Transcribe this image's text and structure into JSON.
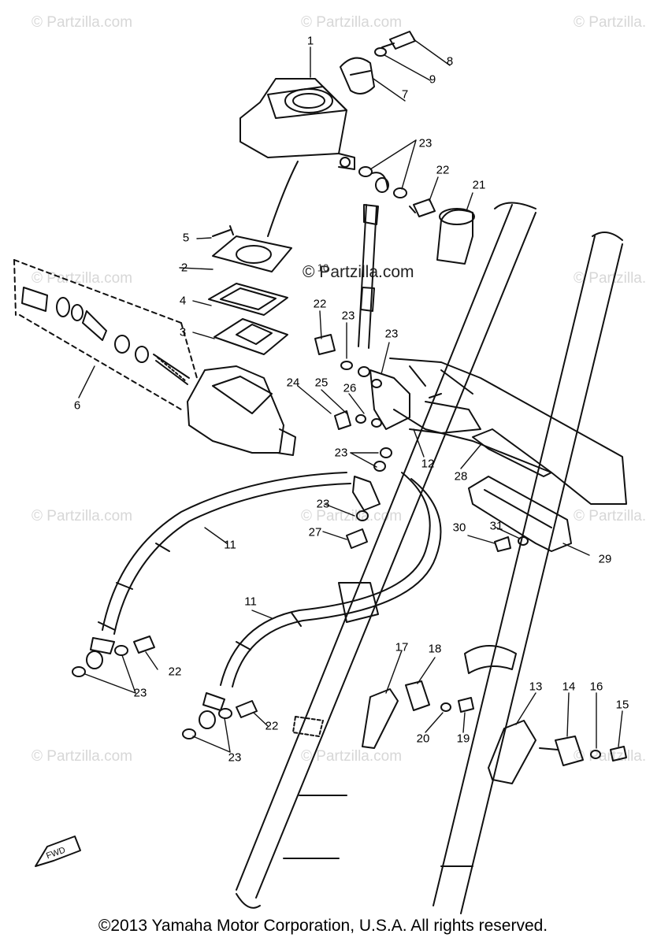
{
  "watermark": "© Partzilla.com",
  "center_watermark": "© Partzilla.com",
  "copyright": "©2013 Yamaha Motor Corporation, U.S.A. All rights reserved.",
  "fwd_label": "FWD",
  "callouts": {
    "p1": "1",
    "p2": "2",
    "p3": "3",
    "p4": "4",
    "p5": "5",
    "p6": "6",
    "p7": "7",
    "p8": "8",
    "p9": "9",
    "p10": "10",
    "p11a": "11",
    "p11b": "11",
    "p12": "12",
    "p13": "13",
    "p14": "14",
    "p15": "15",
    "p16": "16",
    "p17": "17",
    "p18": "18",
    "p19": "19",
    "p20": "20",
    "p21": "21",
    "p22a": "22",
    "p22b": "22",
    "p22c": "22",
    "p22d": "22",
    "p23a": "23",
    "p23b": "23",
    "p23c": "23",
    "p23d": "23",
    "p23e": "23",
    "p23f": "23",
    "p23g": "23",
    "p24": "24",
    "p25": "25",
    "p26": "26",
    "p27": "27",
    "p28": "28",
    "p29": "29",
    "p30": "30",
    "p31": "31"
  }
}
